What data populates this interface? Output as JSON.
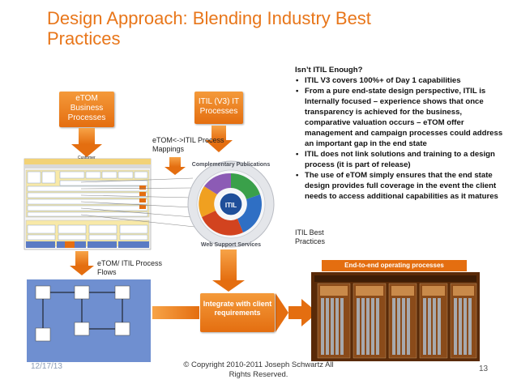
{
  "slide": {
    "title": "Design Approach: Blending Industry Best Practices",
    "itil_heading": "Isn’t ITIL Enough?",
    "itil_bullets": [
      "ITIL V3 covers 100%+ of Day 1 capabilities",
      "From a pure end-state design perspective, ITIL is Internally focused – experience shows that once transparency is achieved for the business, comparative valuation occurs – eTOM offer management and campaign processes could address an important gap in the end state",
      "ITIL does not link solutions and training to a design process (it is part of release)",
      "The use of eTOM simply ensures that the end state design provides full coverage in the event the client needs to access additional capabilities as it matures"
    ],
    "etom_box": "eTOM Business Processes",
    "itil_v3_box": "ITIL (V3) IT Processes",
    "mapping_label": "eTOM<->ITIL Process Mappings",
    "flows_label": "eTOM/ ITIL Process Flows",
    "itil_best_practices": "ITIL Best Practices",
    "integrate_box": "Integrate with client requirements",
    "end_to_end": "End-to-end operating processes",
    "customer_label": "Customer",
    "wheel_top": "Complementary Publications",
    "wheel_bottom": "Web Support Services",
    "wheel_center": "ITIL"
  },
  "footer": {
    "date": "12/17/13",
    "copyright": "© Copyright 2010-2011 Joseph Schwartz All Rights Reserved.",
    "page": "13"
  },
  "colors": {
    "accent": "#e8761a",
    "flow_bg": "#6f8fd0",
    "ops_brown": "#7a3f12"
  }
}
